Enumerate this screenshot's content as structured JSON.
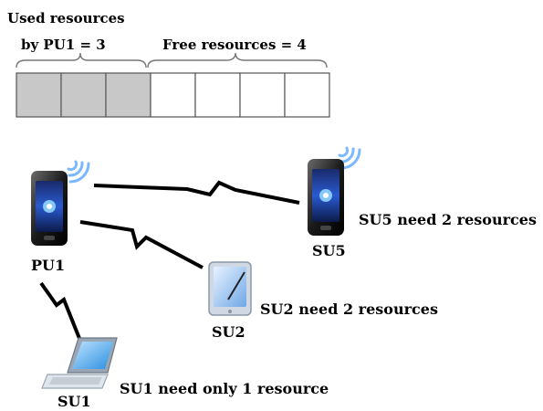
{
  "resources": {
    "used_label_line1": "Used resources",
    "used_label_line2": "by PU1 = 3",
    "free_label": "Free resources = 4",
    "used_count": 3,
    "free_count": 4,
    "used_color": "#c8c8c8",
    "free_color": "#ffffff"
  },
  "nodes": {
    "pu1": {
      "label": "PU1",
      "color": "#d40000",
      "icon": "smartphone-icon"
    },
    "su1": {
      "label": "SU1",
      "note": "SU1 need only 1 resource",
      "icon": "laptop-icon"
    },
    "su2": {
      "label": "SU2",
      "note": "SU2 need 2 resources",
      "icon": "tablet-icon"
    },
    "su5": {
      "label": "SU5",
      "note": "SU5 need 2 resources",
      "icon": "smartphone-icon"
    }
  }
}
